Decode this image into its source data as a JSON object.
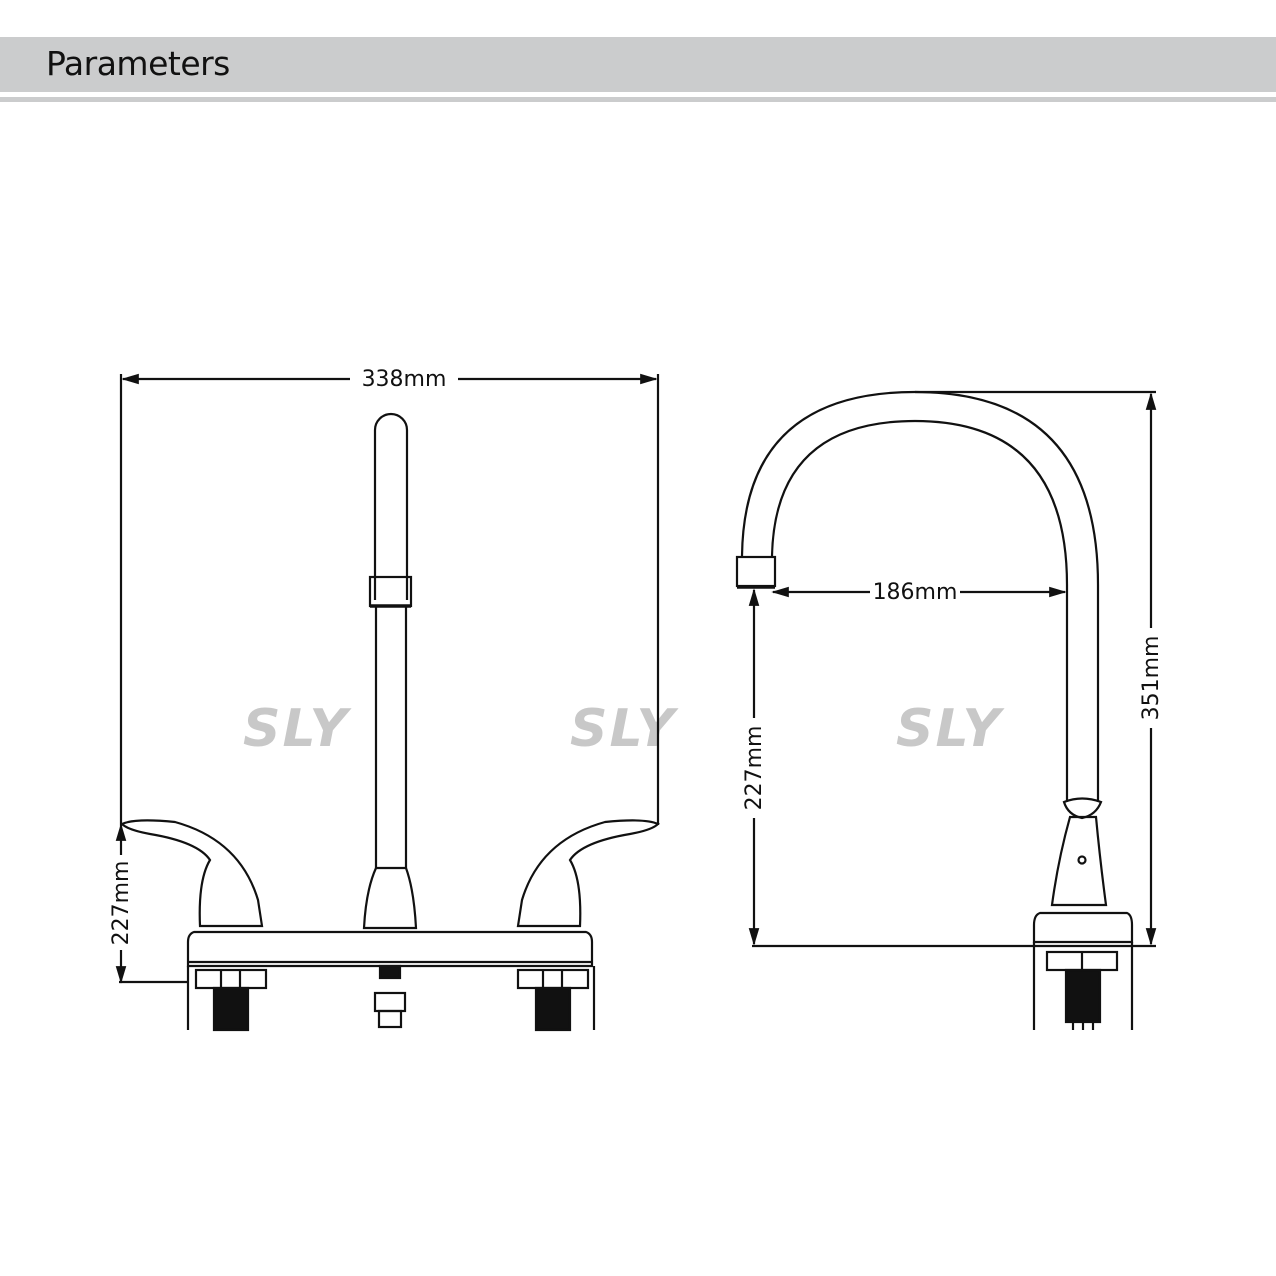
{
  "header": {
    "title": "Parameters",
    "bar_color": "#cbcccd"
  },
  "watermark": {
    "text": "SLY",
    "color": "#c8c8c8"
  },
  "front_view": {
    "overall_width": "338mm",
    "handle_height": "227mm"
  },
  "side_view": {
    "spout_reach": "186mm",
    "spout_clearance": "227mm",
    "overall_height": "351mm"
  }
}
